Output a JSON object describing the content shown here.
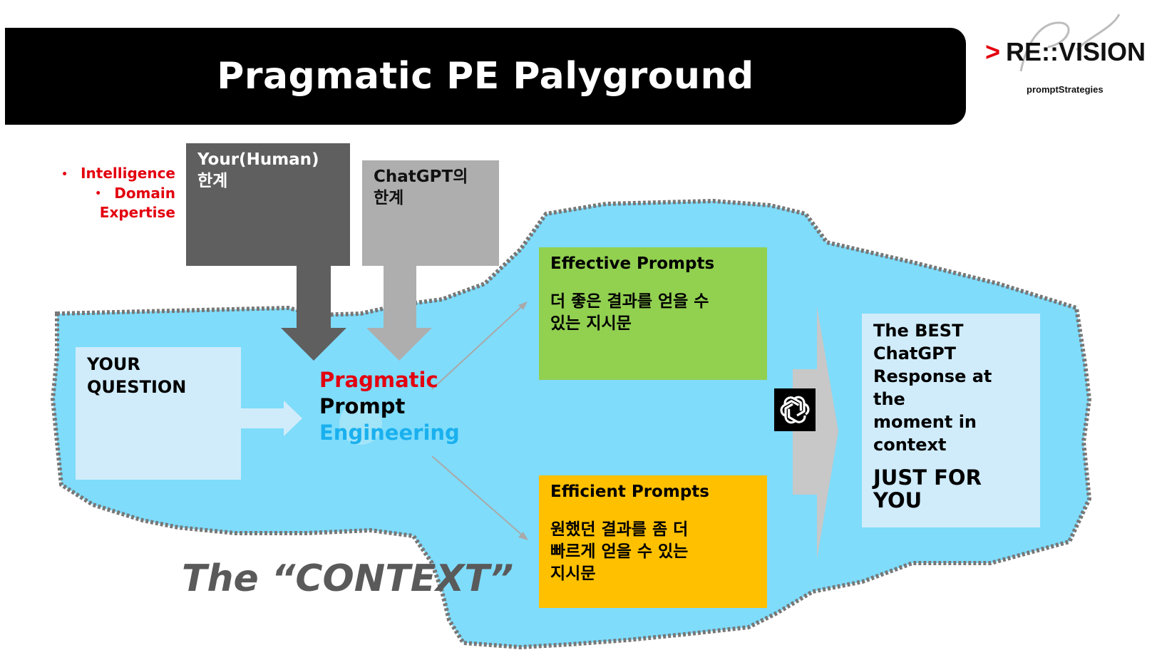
{
  "header": {
    "title": "Pragmatic PE Palyground"
  },
  "logo": {
    "arrow": ">",
    "brand": "RE::VISION",
    "subtitle": "promptStrategies"
  },
  "side_bullets": [
    "Intelligence",
    "Domain",
    "Expertise"
  ],
  "human_box": {
    "line1": "Your(Human)",
    "line2": "한계"
  },
  "gpt_box": {
    "line1": "ChatGPT의",
    "line2": "한계"
  },
  "question_box": {
    "line1": "YOUR",
    "line2": "QUESTION"
  },
  "ppe": {
    "word1": "Pragmatic",
    "word2": "Prompt",
    "word3": "Engineering"
  },
  "effective_box": {
    "title": "Effective Prompts",
    "line1": "더 좋은 결과를 얻을 수",
    "line2": "있는 지시문"
  },
  "efficient_box": {
    "title": "Efficient Prompts",
    "line1": "원했던 결과를 좀 더",
    "line2": "빠르게 얻을 수 있는",
    "line3": "지시문"
  },
  "result_box": {
    "line1": "The BEST",
    "line2": "ChatGPT",
    "line3": "Response at the",
    "line4": "moment in",
    "line5": "context",
    "emphasis": "JUST FOR YOU"
  },
  "icons": {
    "openai": "openai-logo-icon"
  },
  "context_label": "The “CONTEXT”",
  "colors": {
    "context_fill": "#7fdcfb",
    "accent_red": "#e3000f",
    "accent_blue": "#1ab0ee",
    "effective_green": "#92d050",
    "efficient_orange": "#ffc000"
  }
}
